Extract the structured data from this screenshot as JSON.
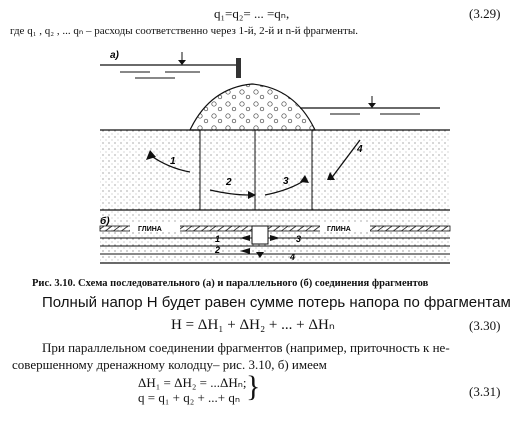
{
  "equation_3_29": "q₁=q₂= ... =qₙ,",
  "equation_3_29_number": "(3.29)",
  "where_text": "где q₁ , q₂ , ... qₙ – расходы соответственно через 1-й, 2-й и n-й фрагменты.",
  "figure": {
    "panel_a_label": "а)",
    "panel_b_label": "б)",
    "fragments": [
      "1",
      "2",
      "3",
      "4"
    ],
    "clay_label_left": "ГЛИНА",
    "clay_label_right": "ГЛИНА"
  },
  "caption": "Рис. 3.10. Схема последовательного (а) и параллельного (б) соединения фрагментов",
  "paragraph_1": "Полный напор H будет равен сумме потерь напора по фрагментам",
  "equation_3_30": "H = ΔH₁ + ΔH₂ + ... + ΔHₙ",
  "equation_3_30_number": "(3.30)",
  "paragraph_2_line_1": "При параллельном соединении фрагментов (например, приточность к не-",
  "paragraph_2_line_2": "совершенному дренажному колодцу– рис. 3.10, б) имеем",
  "system_line_1": "ΔH₁ = ΔH₂ = ...ΔHₙ;",
  "system_line_2": "q = q₁ + q₂ + ...+ qₙ",
  "equation_3_31_number": "(3.31)"
}
